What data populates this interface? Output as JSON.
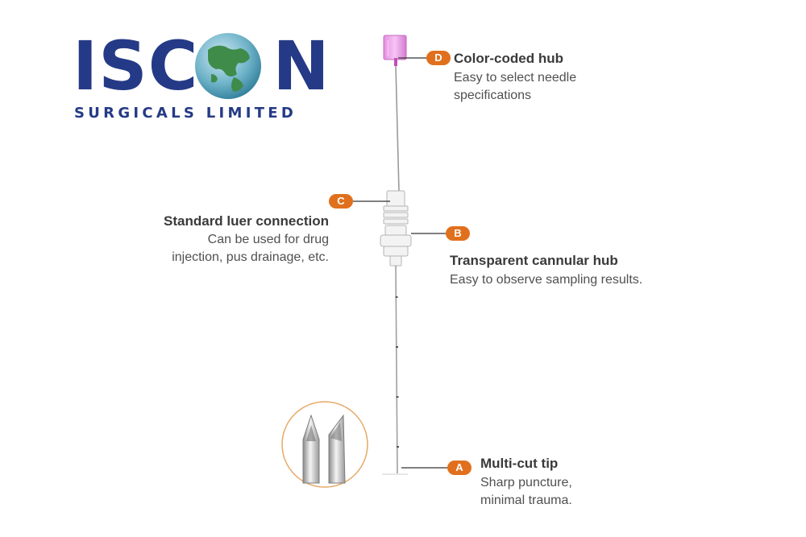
{
  "logo": {
    "word_left": "ISC",
    "word_right": "N",
    "subtitle": "SURGICALS LIMITED",
    "brand_color": "#253a86",
    "globe_icon": "globe-icon"
  },
  "accent_color": "#e0701d",
  "callouts": [
    {
      "badge": "D",
      "title": "Color-coded hub",
      "lines": [
        "Easy to select needle",
        "specifications"
      ]
    },
    {
      "badge": "C",
      "title": "Standard luer connection",
      "lines": [
        "Can be used for drug",
        "injection, pus drainage, etc."
      ]
    },
    {
      "badge": "B",
      "title": "Transparent cannular hub",
      "lines": [
        "Easy to observe sampling results."
      ]
    },
    {
      "badge": "A",
      "title": "Multi-cut tip",
      "lines": [
        "Sharp puncture,",
        "minimal trauma."
      ]
    }
  ]
}
